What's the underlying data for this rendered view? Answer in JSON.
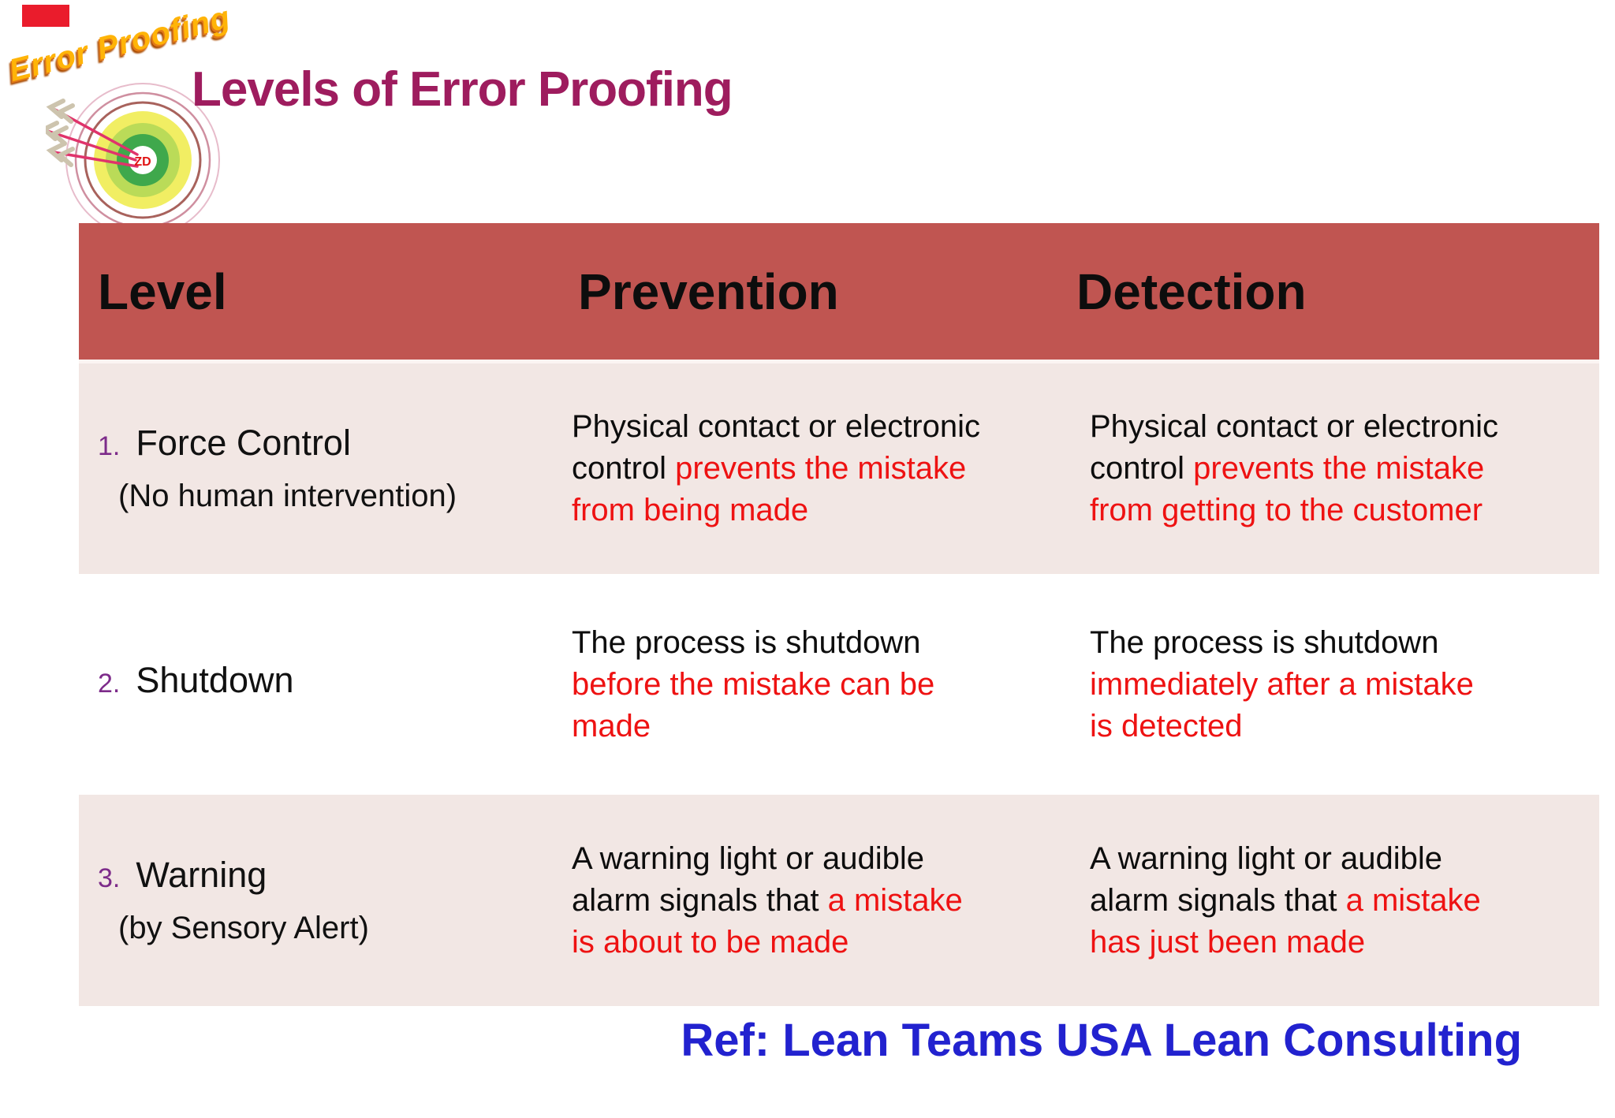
{
  "slide": {
    "title": "Levels of Error Proofing",
    "reference": "Ref: Lean Teams USA Lean Consulting"
  },
  "logo": {
    "text": "Error Proofing",
    "bullseye_label": "ZD"
  },
  "table": {
    "headers": {
      "level": "Level",
      "prevention": "Prevention",
      "detection": "Detection"
    },
    "rows": [
      {
        "number": "1.",
        "level": "Force Control",
        "note": "(No human intervention)",
        "prevention": {
          "black": "Physical contact or electronic\ncontrol ",
          "red": "prevents the mistake\nfrom being made"
        },
        "detection": {
          "black": "Physical contact or electronic\ncontrol ",
          "red": "prevents the mistake\nfrom getting to the customer"
        }
      },
      {
        "number": "2.",
        "level": "Shutdown",
        "note": "",
        "prevention": {
          "black": "The process is shutdown\n",
          "red": "before the mistake can be\nmade"
        },
        "detection": {
          "black": "The process is shutdown\n",
          "red": "immediately after a mistake\nis detected"
        }
      },
      {
        "number": "3.",
        "level": "Warning",
        "note": "(by Sensory Alert)",
        "prevention": {
          "black": "A warning light or audible\nalarm signals that ",
          "red": "a mistake\nis about to be made"
        },
        "detection": {
          "black": "A warning light or audible\nalarm signals that ",
          "red": "a mistake\nhas just been made"
        }
      }
    ]
  },
  "colors": {
    "title": "#9e1c5e",
    "header_bg": "#c05551",
    "row_alt_bg": "#f2e7e4",
    "highlight_red": "#ee1212",
    "number_purple": "#7d2b8a",
    "reference_blue": "#2222cf",
    "corner_marker_red": "#ea1c2c"
  }
}
